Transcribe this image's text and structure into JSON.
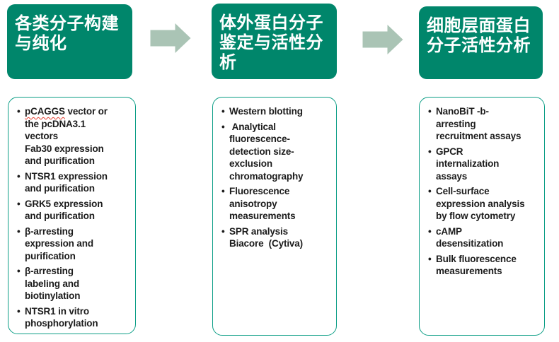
{
  "colors": {
    "background": "#FFFFFF",
    "header_bg": "#00866B",
    "header_text": "#FFFFFF",
    "arrow": "#AAC4B5",
    "box_border": "#0C9E86",
    "body_text": "#1C1C1C",
    "spellcheck": "#E23B2E"
  },
  "diagram": {
    "arrow_icon": "right-arrow-icon",
    "steps": [
      {
        "title": "各类分子构建\n与纯化",
        "items": [
          {
            "word": "pCAGGS",
            "rest": " vector or\nthe pcDNA3.1\nvectors\nFab30 expression\nand purification"
          },
          {
            "text": "NTSR1 expression\nand purification"
          },
          {
            "text": "GRK5 expression\nand purification"
          },
          {
            "text": "β-arresting\nexpression and\npurification"
          },
          {
            "text": "β-arresting\nlabeling and\nbiotinylation"
          },
          {
            "text": "NTSR1 in vitro\nphosphorylation"
          }
        ]
      },
      {
        "title": "体外蛋白分子\n鉴定与活性分\n析",
        "items": [
          {
            "text": "Western blotting"
          },
          {
            "text": " Analytical\nfluorescence-\ndetection size-\nexclusion\nchromatography"
          },
          {
            "text": "Fluorescence\nanisotropy\nmeasurements"
          },
          {
            "text": "SPR analysis\nBiacore  (Cytiva)"
          }
        ]
      },
      {
        "title": "细胞层面蛋白\n分子活性分析",
        "items": [
          {
            "text": "NanoBiT -b-\narresting\nrecruitment assays"
          },
          {
            "text": "GPCR\ninternalization\nassays"
          },
          {
            "text": "Cell-surface\nexpression analysis\nby flow cytometry"
          },
          {
            "text": "cAMP\ndesensitization"
          },
          {
            "text": "Bulk fluorescence\nmeasurements"
          }
        ]
      }
    ]
  }
}
